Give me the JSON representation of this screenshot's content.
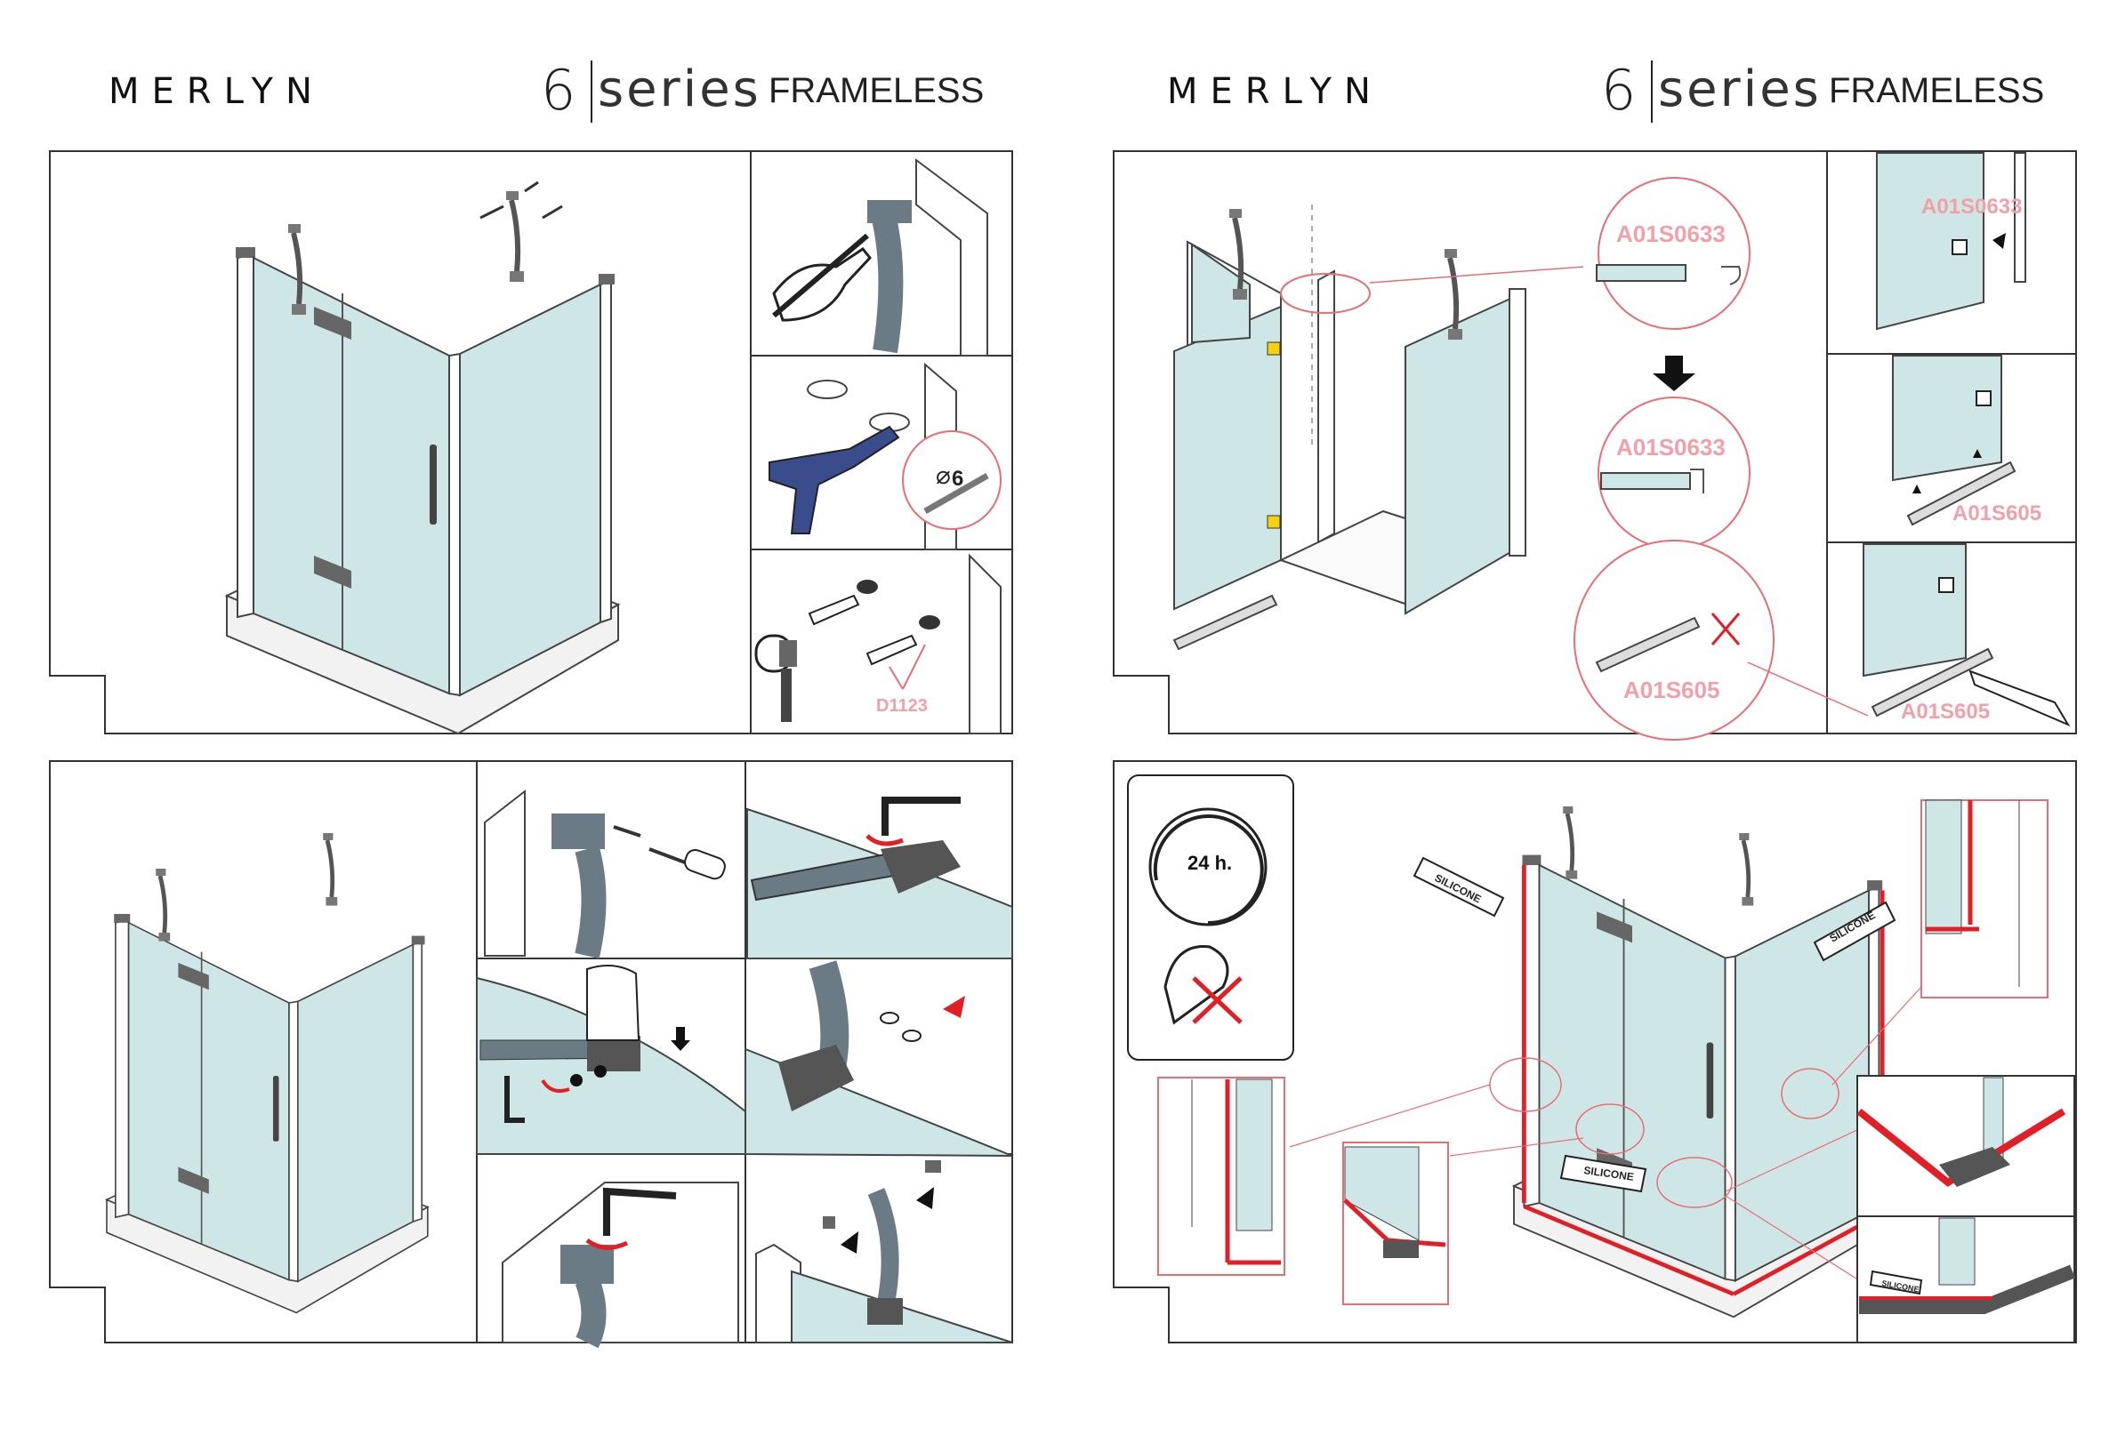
{
  "left_header": {
    "brand": "MERLYN",
    "series_number": "6",
    "series_word": "series",
    "series_type": "FRAMELESS"
  },
  "right_header": {
    "brand": "MERLYN",
    "series_number": "6",
    "series_word": "series",
    "series_type": "FRAMELESS"
  },
  "panel_top_left": {
    "drill_size_label": "6",
    "wall_plug_code": "D1123"
  },
  "panel_top_right": {
    "seal_code_1": "A01S0633",
    "seal_code_2": "A01S0633",
    "seal_code_3": "A01S605",
    "detail_code_1": "A01S0633",
    "detail_code_2": "A01S605",
    "detail_code_3": "A01S605"
  },
  "panel_bottom_right": {
    "cure_time": "24 h.",
    "silicone_label_1": "SILICONE",
    "silicone_label_2": "SILICONE",
    "silicone_label_3": "SILICONE",
    "silicone_label_4": "SILICONE"
  },
  "colors": {
    "glass": "#cfe6e6",
    "frame": "#555555",
    "metal": "#6b7b85",
    "tray": "#eeeeee",
    "seal_red": "#e21f26",
    "code_pink": "#f2a0a8",
    "drill_blue": "#3a4c8c"
  }
}
